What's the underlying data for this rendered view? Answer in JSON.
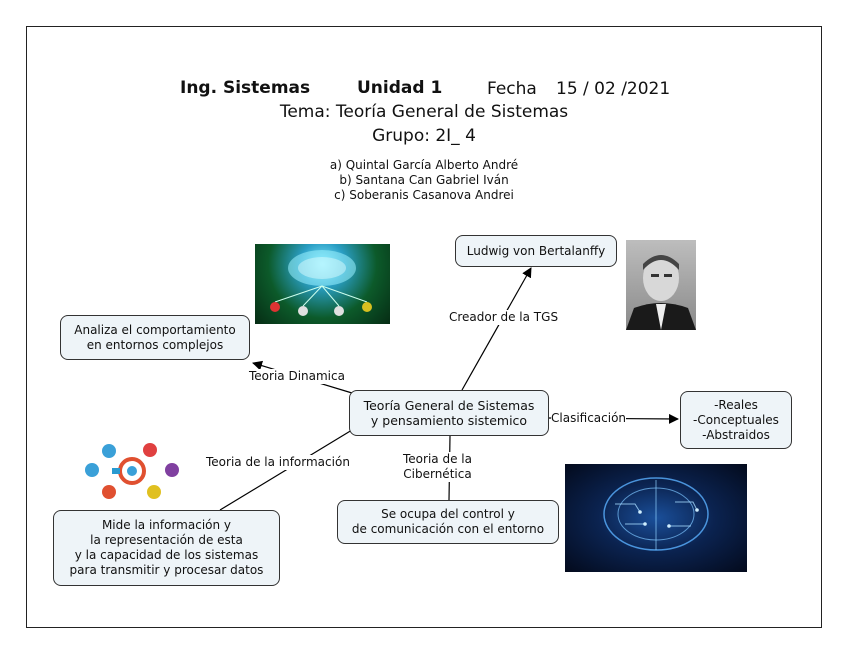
{
  "header": {
    "career": "Ing. Sistemas",
    "unit": "Unidad 1",
    "date_label": "Fecha",
    "date_value": "15 / 02 /2021",
    "topic": "Tema: Teoría General de Sistemas",
    "group": "Grupo: 2I_ 4"
  },
  "members": [
    "a) Quintal García Alberto André",
    "b) Santana Can Gabriel Iván",
    "c) Soberanis Casanova Andrei"
  ],
  "nodes": {
    "center": "Teoría General de Sistemas\ny pensamiento sistemico",
    "creator": "Ludwig von Bertalanffy",
    "dynamics": "Analiza el comportamiento\nen entornos complejos",
    "classification": "-Reales\n-Conceptuales\n-Abstraidos",
    "cybernetics": "Se ocupa del control y\nde comunicación con el entorno",
    "information": "Mide la información y\nla representación de esta\ny la capacidad de los sistemas\npara transmitir y procesar datos"
  },
  "links": {
    "creator": "Creador de la TGS",
    "dynamics": "Teoria Dinamica",
    "classification": "Clasificación",
    "cybernetics": "Teoria de la\nCibernética",
    "information": "Teoria de la información"
  }
}
